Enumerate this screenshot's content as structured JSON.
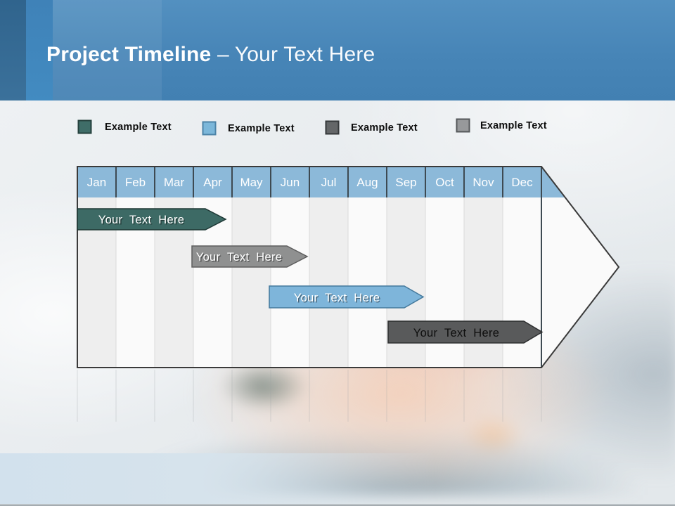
{
  "title": {
    "bold": "Project Timeline",
    "rest": " – Your Text Here"
  },
  "legend": {
    "items": [
      {
        "label": "Example Text",
        "fill": "#3F6D68"
      },
      {
        "label": "Example Text",
        "fill": "#7CB7DA"
      },
      {
        "label": "Example Text",
        "fill": "#646668"
      },
      {
        "label": "Example Text",
        "fill": "#97999B"
      }
    ]
  },
  "timeline": {
    "header_fill": "#8CB9D9",
    "months": [
      "Jan",
      "Feb",
      "Mar",
      "Apr",
      "May",
      "Jun",
      "Jul",
      "Aug",
      "Sep",
      "Oct",
      "Nov",
      "Dec"
    ],
    "bars": [
      {
        "label": "Your Text Here",
        "fill": "#3D6A65",
        "text_color": "#FFFFFF",
        "start": "Jan",
        "end": "Apr"
      },
      {
        "label": "Your Text Here",
        "fill": "#8F9090",
        "text_color": "#FFFFFF",
        "start": "Apr",
        "end": "Jun"
      },
      {
        "label": "Your Text Here",
        "fill": "#7EB5DA",
        "text_color": "#FFFFFF",
        "start": "Jun",
        "end": "Sep"
      },
      {
        "label": "Your Text Here",
        "fill": "#595A5B",
        "text_color": "#0E0E0E",
        "start": "Sep",
        "end": "Dec"
      }
    ]
  }
}
